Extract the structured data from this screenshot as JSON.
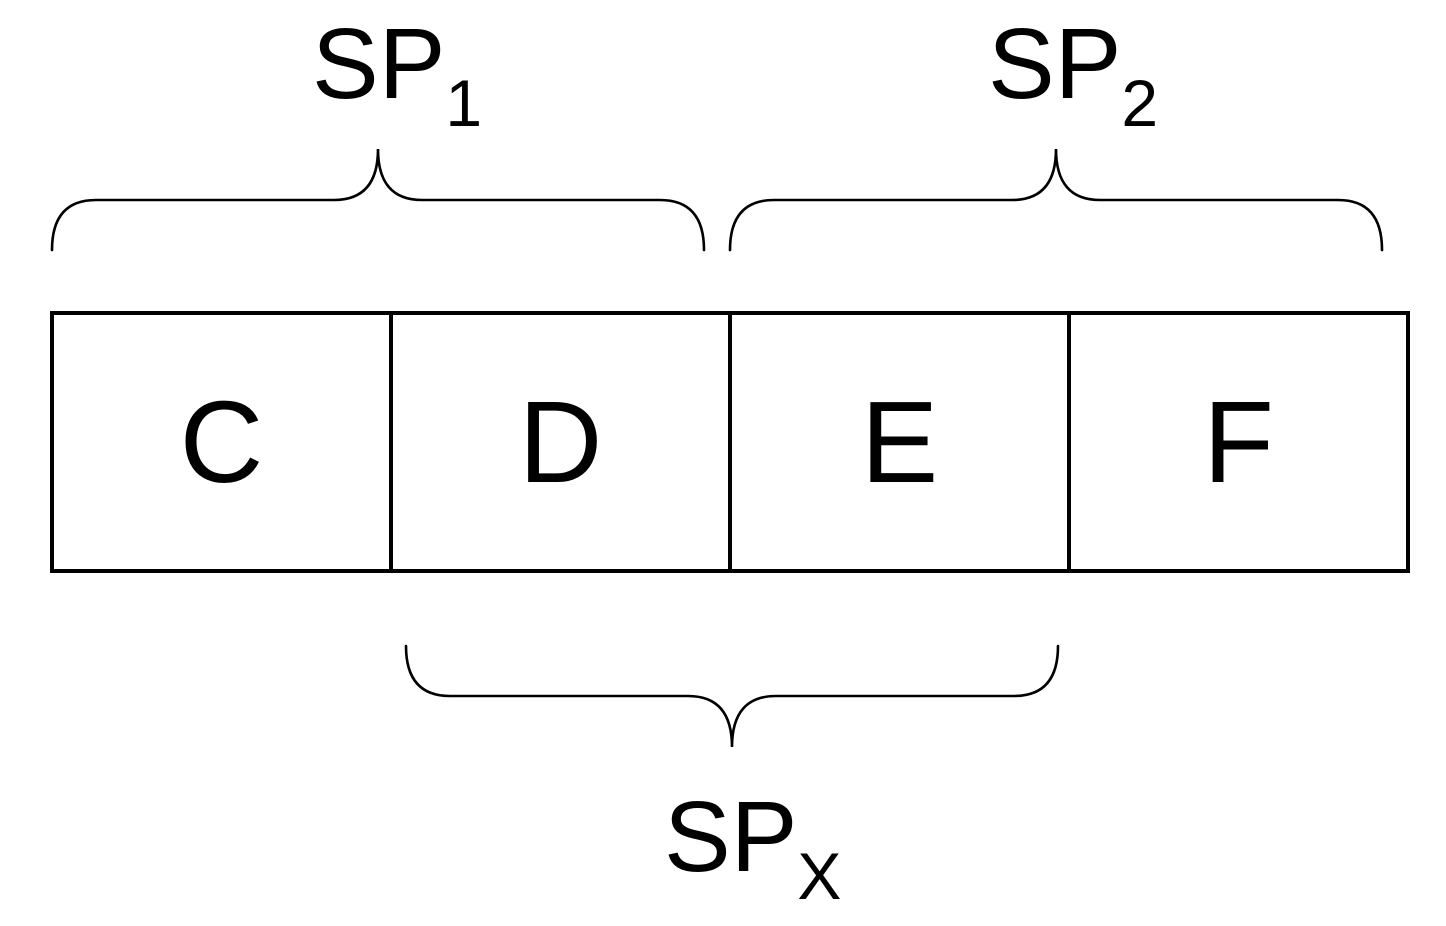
{
  "diagram": {
    "background_color": "#ffffff",
    "line_color": "#000000",
    "cells": [
      {
        "label": "C"
      },
      {
        "label": "D"
      },
      {
        "label": "E"
      },
      {
        "label": "F"
      }
    ],
    "braces": [
      {
        "id": "sp1",
        "label_base": "SP",
        "label_sub": "1",
        "side": "top",
        "spans_cells": [
          "C",
          "D"
        ]
      },
      {
        "id": "sp2",
        "label_base": "SP",
        "label_sub": "2",
        "side": "top",
        "spans_cells": [
          "E",
          "F"
        ]
      },
      {
        "id": "spx",
        "label_base": "SP",
        "label_sub": "X",
        "side": "bottom",
        "spans_cells": [
          "D",
          "E"
        ]
      }
    ]
  }
}
